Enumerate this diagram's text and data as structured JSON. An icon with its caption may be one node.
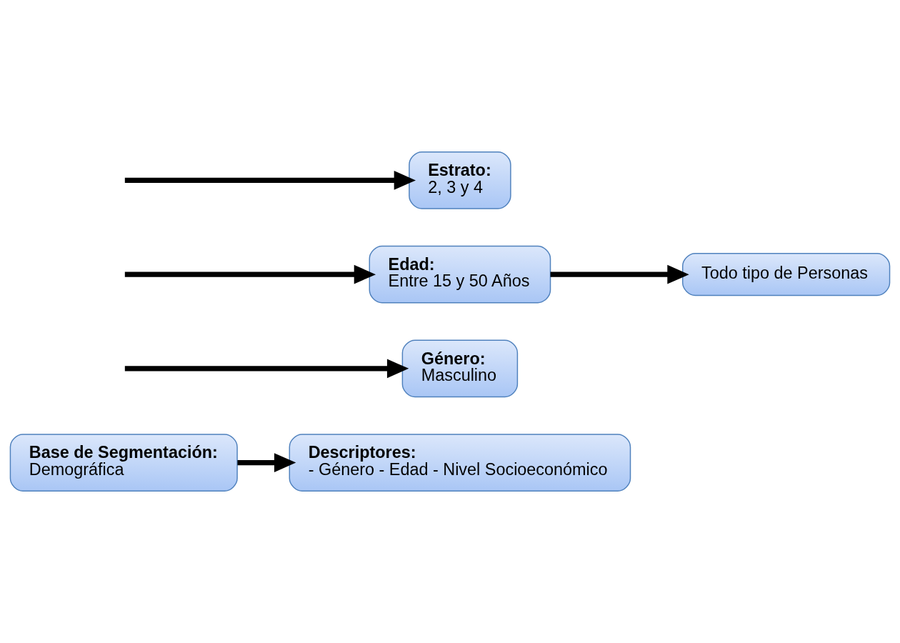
{
  "diagram": {
    "nodes": [
      {
        "text": [
          "Base de Segmentación:",
          "Demográfica"
        ]
      },
      {
        "text": [
          "Descriptores:",
          "- Género - Edad - Nivel Socioeconómico"
        ]
      },
      {
        "text": [
          "Género:",
          "Masculino"
        ]
      },
      {
        "text": [
          "Edad:",
          "Entre 15 y 50 Años"
        ]
      },
      {
        "text": [
          "Estrato:",
          "2, 3 y 4"
        ]
      },
      {
        "text": [
          "Todo tipo de Personas"
        ]
      }
    ],
    "edges": [
      {
        "from": 0,
        "to": 1,
        "arrow": "to"
      },
      {
        "from": null,
        "to": 2,
        "arrow": "to"
      },
      {
        "from": null,
        "to": 3,
        "arrow": "to"
      },
      {
        "from": 3,
        "to": 5,
        "arrow": "to"
      },
      {
        "from": null,
        "to": 4,
        "arrow": "to"
      }
    ]
  }
}
